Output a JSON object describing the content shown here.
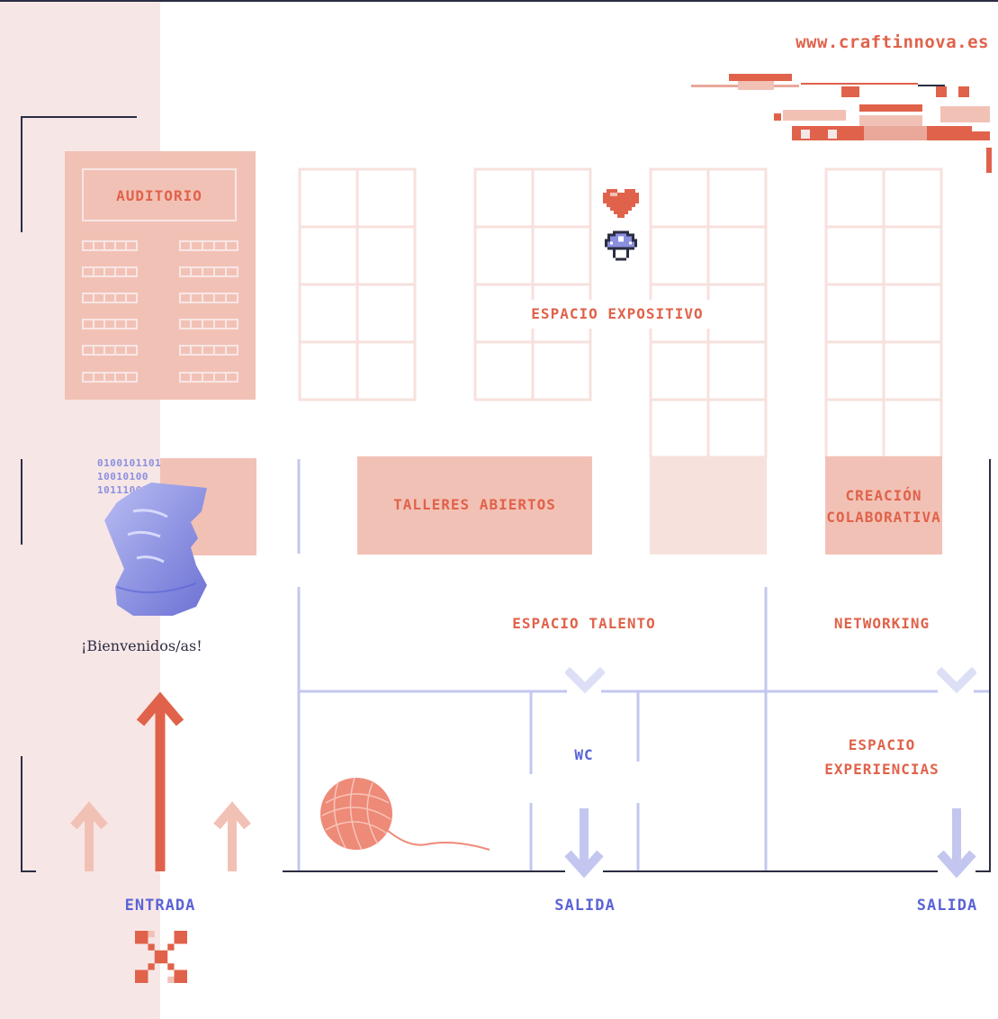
{
  "url": "www.craftinnova.es",
  "welcome": "¡Bienvenidos/as!",
  "binary": [
    "0100101101",
    "10010100",
    "10111001"
  ],
  "zones": {
    "auditorio": "AUDITORIO",
    "espacio_expositivo": "ESPACIO EXPOSITIVO",
    "talleres_abiertos": "TALLERES ABIERTOS",
    "creacion_colaborativa_1": "CREACIÓN",
    "creacion_colaborativa_2": "COLABORATIVA",
    "espacio_talento": "ESPACIO TALENTO",
    "networking": "NETWORKING",
    "wc": "WC",
    "espacio_experiencias_1": "ESPACIO",
    "espacio_experiencias_2": "EXPERIENCIAS"
  },
  "doors": {
    "entrada": "ENTRADA",
    "salida_1": "SALIDA",
    "salida_2": "SALIDA"
  },
  "colors": {
    "coral": "#e0624a",
    "salmon": "#f2c1b5",
    "light_pink": "#f7e6e6",
    "blue": "#5a63d6",
    "light_blue": "#c3c7ef",
    "navy": "#2b2d42"
  },
  "icons": [
    "heart-icon",
    "mushroom-icon",
    "yarn-ball-icon",
    "bust-statue-icon",
    "pixel-x-icon",
    "glitch-decoration"
  ]
}
